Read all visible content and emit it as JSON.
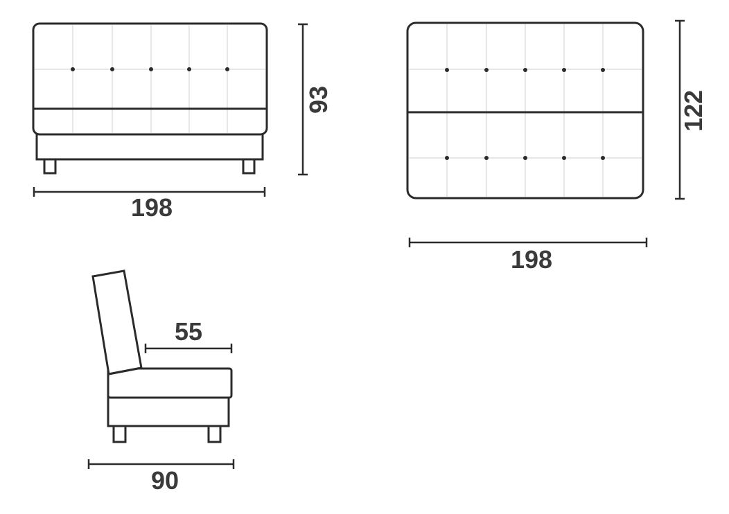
{
  "front_view": {
    "width_label": "198",
    "height_label": "93"
  },
  "top_view": {
    "width_label": "198",
    "depth_label": "122"
  },
  "side_view": {
    "depth_label": "90",
    "seat_depth_label": "55"
  },
  "colors": {
    "line": "#2b2b2b",
    "label": "#3a3a3a",
    "grid": "#cfcfcf"
  }
}
